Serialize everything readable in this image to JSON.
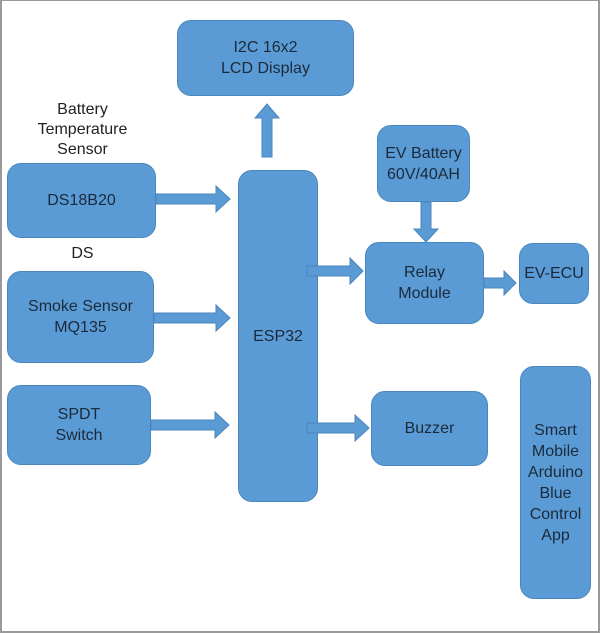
{
  "diagram": {
    "colors": {
      "block_fill": "#5b9bd5",
      "block_border": "#4a86be",
      "arrow_fill": "#5b9bd5",
      "text": "#1a2a3a",
      "frame": "#9a9a9a"
    },
    "blocks": {
      "lcd": "I2C 16x2\nLCD Display",
      "ds18b20": "DS18B20",
      "smoke": "Smoke Sensor\nMQ135",
      "spdt": "SPDT\nSwitch",
      "esp32": "ESP32",
      "ev_battery": "EV Battery\n60V/40AH",
      "relay": "Relay\nModule",
      "ev_ecu": "EV-ECU",
      "buzzer": "Buzzer",
      "app": "Smart\nMobile\nArduino\nBlue\nControl\nApp"
    },
    "labels": {
      "battery_temp": "Battery\nTemperature\nSensor",
      "ds": "DS"
    },
    "connections": [
      {
        "from": "esp32",
        "to": "lcd"
      },
      {
        "from": "ds18b20",
        "to": "esp32"
      },
      {
        "from": "smoke",
        "to": "esp32"
      },
      {
        "from": "spdt",
        "to": "esp32"
      },
      {
        "from": "esp32",
        "to": "relay"
      },
      {
        "from": "esp32",
        "to": "buzzer"
      },
      {
        "from": "ev_battery",
        "to": "relay"
      },
      {
        "from": "relay",
        "to": "ev_ecu"
      }
    ]
  }
}
